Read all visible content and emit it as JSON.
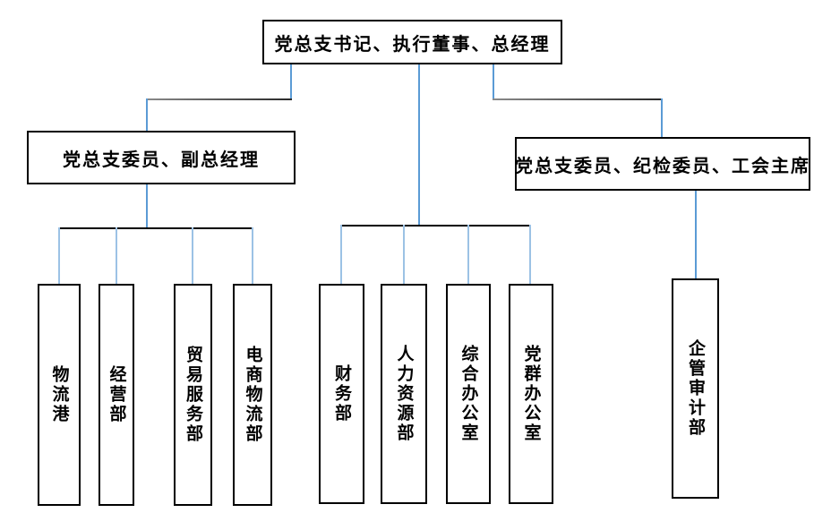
{
  "org_chart": {
    "root": {
      "label": "党总支书记、执行董事、总经理"
    },
    "deputy_left": {
      "label": "党总支委员、副总经理"
    },
    "deputy_right": {
      "label": "党总支委员、纪检委员、工会主席"
    },
    "left_branch": [
      "物流港",
      "经营部",
      "贸易服务部",
      "电商物流部"
    ],
    "middle_branch": [
      "财务部",
      "人力资源部",
      "综合办公室",
      "党群办公室"
    ],
    "right_branch": [
      "企管审计部"
    ]
  },
  "colors": {
    "box_border": "#000000",
    "text": "#000000",
    "connector_stem_blue": "#5B9BD5",
    "connector_drop_blue": "#9CC2E5",
    "connector_elbow_gray": "#4a4a4a",
    "branch_bar_black": "#000000",
    "background": "#FFFFFF"
  }
}
